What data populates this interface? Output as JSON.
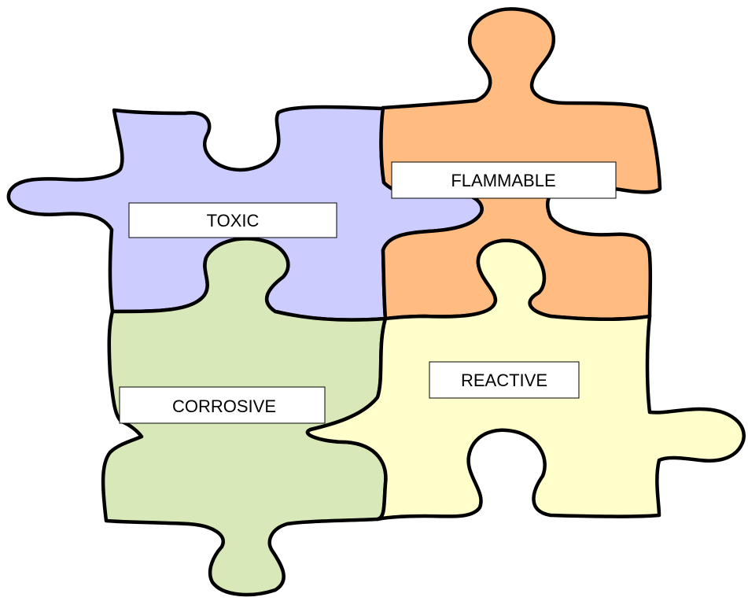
{
  "pieces": [
    {
      "id": "toxic",
      "label": "TOXIC",
      "color": "#ccccff"
    },
    {
      "id": "flammable",
      "label": "FLAMMABLE",
      "color": "#ffbb80"
    },
    {
      "id": "corrosive",
      "label": "CORROSIVE",
      "color": "#d9e8b8"
    },
    {
      "id": "reactive",
      "label": "REACTIVE",
      "color": "#ffffcc"
    }
  ]
}
